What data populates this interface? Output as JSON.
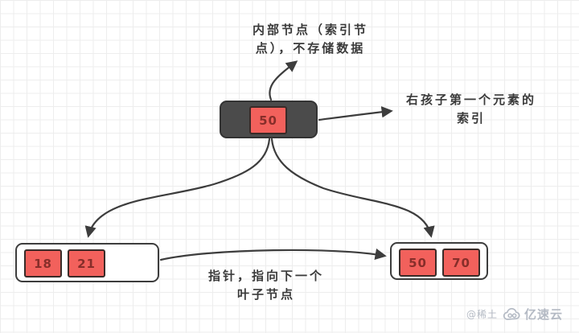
{
  "diagram": {
    "type": "bplus-tree",
    "annotations": {
      "top": {
        "line1": "内部节点（索引节",
        "line2": "点），不存储数据"
      },
      "right": {
        "line1": "右孩子第一个元素的",
        "line2": "索引"
      },
      "bottom": {
        "line1": "指针，指向下一个",
        "line2": "叶子节点"
      }
    },
    "nodes": {
      "root": {
        "keys": [
          "50"
        ]
      },
      "left_leaf": {
        "keys": [
          "18",
          "21"
        ]
      },
      "right_leaf": {
        "keys": [
          "50",
          "70"
        ]
      }
    },
    "edges": [
      "root -> top-annotation",
      "root -> right-annotation",
      "root -> left-leaf",
      "root -> right-leaf",
      "left-leaf -> right-leaf (next leaf pointer)"
    ]
  },
  "watermark": {
    "handle": "@稀土",
    "brand": "亿速云",
    "icon": "cloud-icon"
  },
  "colors": {
    "stroke": "#3d3d3d",
    "node_dark": "#4b4b4b",
    "node_border": "#333333",
    "key_fill": "#f2615c",
    "key_border": "#3a2b28",
    "key_text": "#872e2a",
    "annotation_text": "#3a3a3a",
    "watermark": "#b4bac4",
    "grid_line": "#ededed",
    "bg": "#ffffff"
  }
}
